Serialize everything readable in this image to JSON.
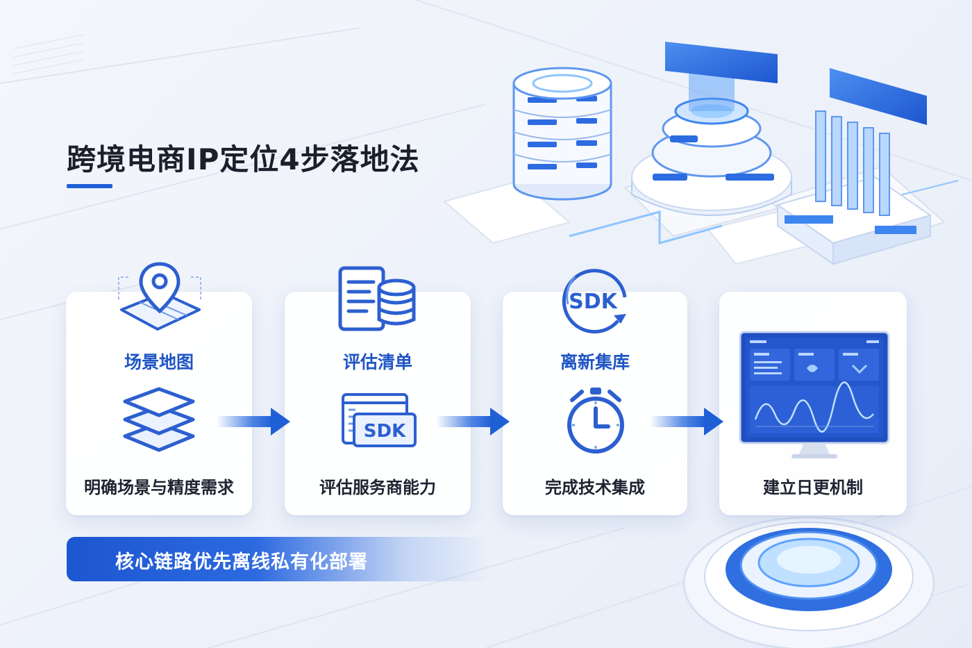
{
  "title": "跨境电商IP定位4步落地法",
  "steps": [
    {
      "title": "场景地图",
      "description": "明确场景与精度需求",
      "top_icon": "map-pin-icon",
      "mid_icon": "layers-icon"
    },
    {
      "title": "评估清单",
      "description": "评估服务商能力",
      "top_icon": "document-database-icon",
      "mid_icon": "sdk-window-icon"
    },
    {
      "title": "离新集库",
      "description": "完成技术集成",
      "top_icon": "sdk-cycle-icon",
      "mid_icon": "stopwatch-icon"
    },
    {
      "title": "",
      "description": "建立日更机制",
      "top_icon": "",
      "mid_icon": "dashboard-monitor-icon"
    }
  ],
  "sdk_label": "SDK",
  "banner": "核心链路优先离线私有化部署",
  "colors": {
    "primary": "#1f5fd6",
    "dark_text": "#1e2230",
    "card_bg": "#ffffff",
    "accent_light": "#7fb3ff"
  }
}
